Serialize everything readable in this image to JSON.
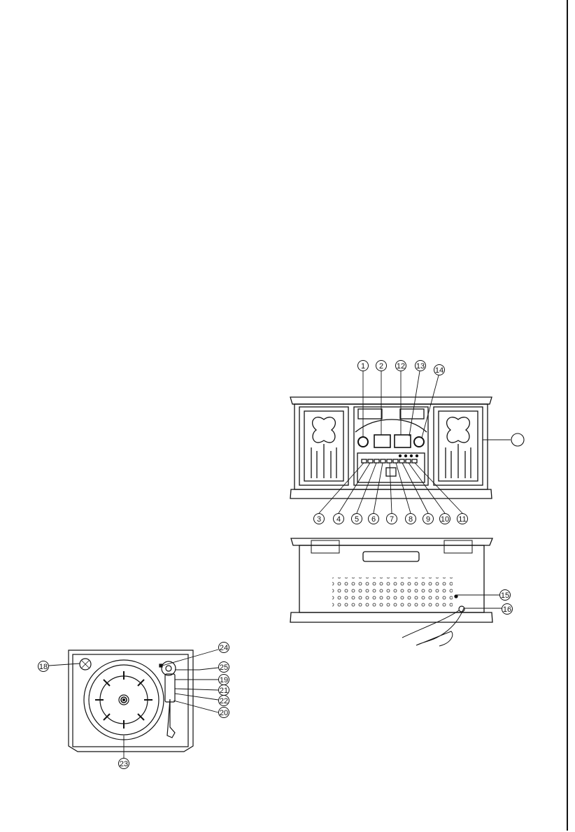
{
  "front_view": {
    "callouts_top": [
      "1",
      "2",
      "12",
      "13",
      "14"
    ],
    "callouts_bottom": [
      "3",
      "4",
      "5",
      "6",
      "7",
      "8",
      "9",
      "10",
      "11"
    ],
    "side_callout": ""
  },
  "rear_view": {
    "callouts": [
      "15",
      "16"
    ]
  },
  "turntable_view": {
    "callouts": [
      "18",
      "24",
      "25",
      "19",
      "21",
      "22",
      "20",
      "23"
    ]
  }
}
